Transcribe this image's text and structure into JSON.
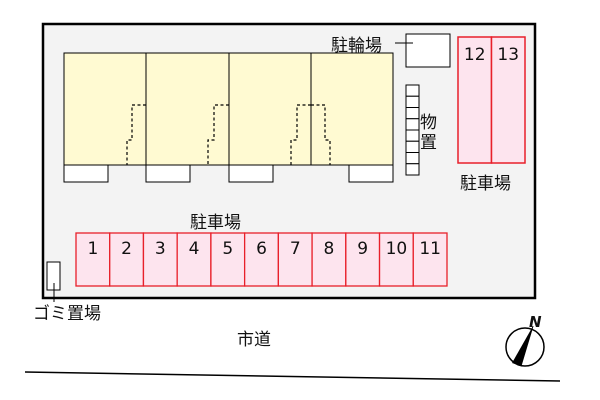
{
  "labels": {
    "bicycle_parking": "駐輪場",
    "storage": "物置",
    "parking_right": "駐車場",
    "parking_bottom": "駐車場",
    "garbage": "ゴミ置場",
    "road": "市道",
    "north": "N"
  },
  "parking_spaces_bottom": [
    "1",
    "2",
    "3",
    "4",
    "5",
    "6",
    "7",
    "8",
    "9",
    "10",
    "11"
  ],
  "parking_spaces_right": [
    "12",
    "13"
  ],
  "colors": {
    "lot": "#f3f3f3",
    "building": "#fffad2",
    "parking_fill": "#fde4ee",
    "parking_border": "#e8202a"
  }
}
